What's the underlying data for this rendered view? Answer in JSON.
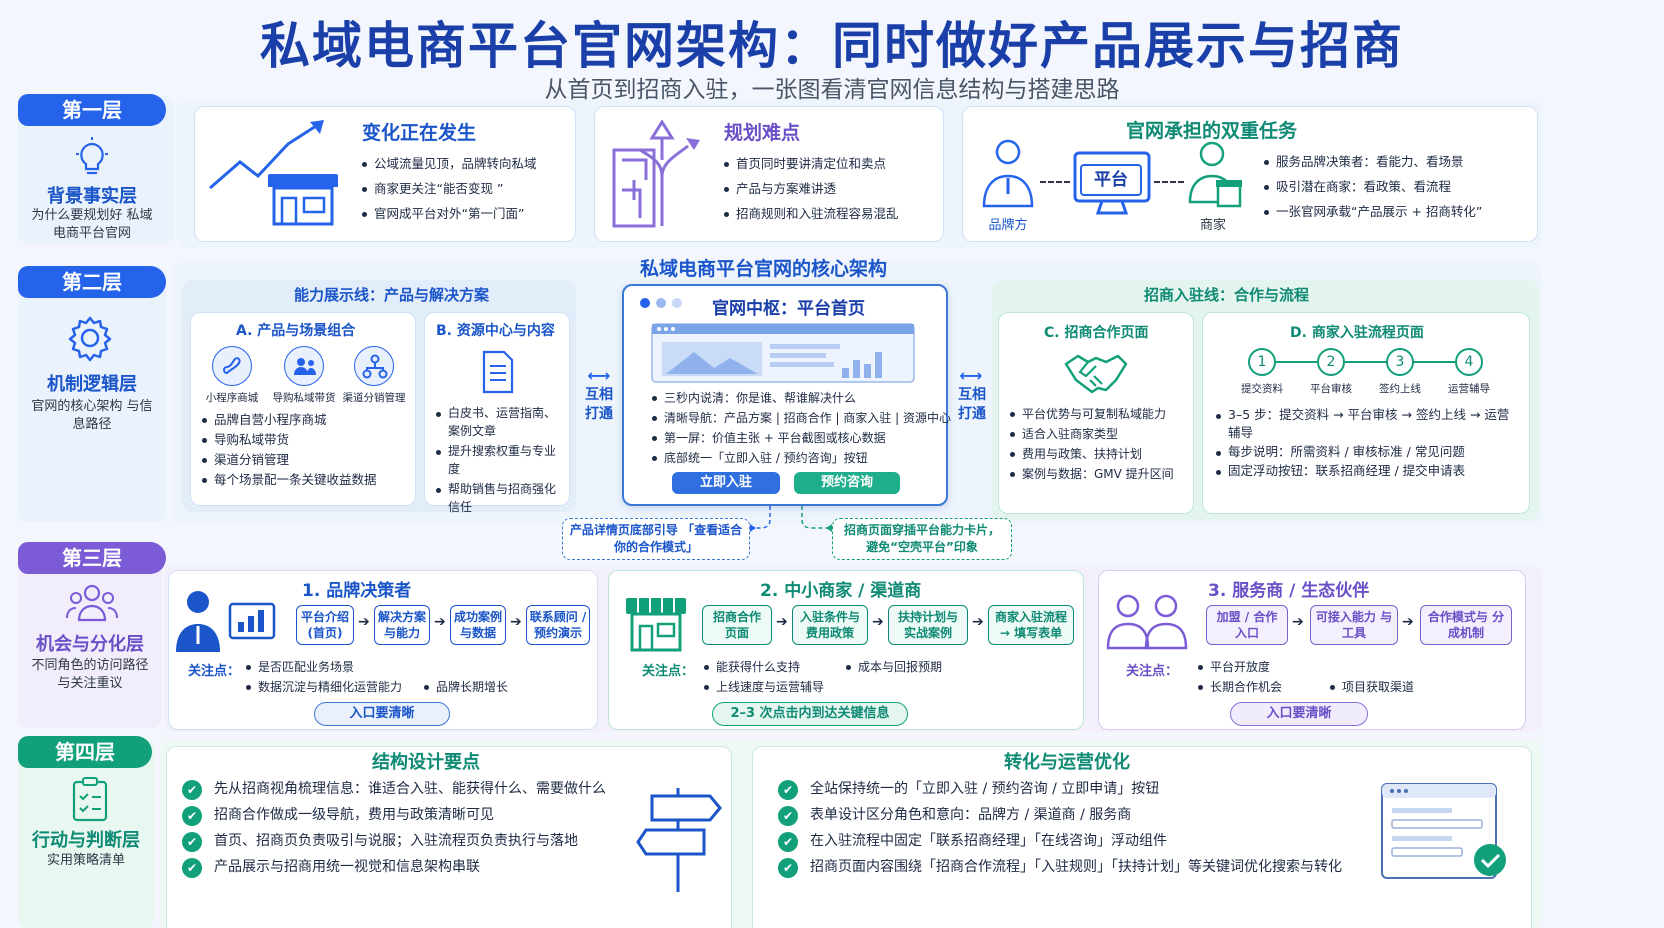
{
  "title": "私域电商平台官网架构：同时做好产品展示与招商",
  "subtitle": "从首页到招商入驻，一张图看清官网信息结构与搭建思路",
  "layers": [
    {
      "tag": "第一层",
      "name": "背景事实层",
      "desc": "为什么要规划好 私域电商平台官网",
      "color": "#2563eb"
    },
    {
      "tag": "第二层",
      "name": "机制逻辑层",
      "desc": "官网的核心架构 与信息路径",
      "color": "#2563eb"
    },
    {
      "tag": "第三层",
      "name": "机会与分化层",
      "desc": "不同角色的访问路径 与关注重议",
      "color": "#7b5cd6"
    },
    {
      "tag": "第四层",
      "name": "行动与判断层",
      "desc": "实用策略清单",
      "color": "#12a07a"
    }
  ],
  "l1": {
    "change": {
      "title": "变化正在发生",
      "items": [
        "公域流量见顶，品牌转向私域",
        "商家更关注“能否变现 ”",
        "官网成平台对外“第一门面”"
      ]
    },
    "difficulty": {
      "title": "规划难点",
      "items": [
        "首页同时要讲清定位和卖点",
        "产品与方案难讲透",
        "招商规则和入驻流程容易混乱"
      ]
    },
    "mission": {
      "title": "官网承担的双重任务",
      "brand": "品牌方",
      "platform": "平台",
      "merchant": "商家",
      "items": [
        "服务品牌决策者：看能力、看场景",
        "吸引潜在商家：看政策、看流程",
        "一张官网承载“产品展示 + 招商转化”"
      ]
    }
  },
  "l2": {
    "core_title": "私域电商平台官网的核心架构",
    "left_line": "能力展示线：产品与解决方案",
    "right_line": "招商入驻线：合作与流程",
    "a": {
      "title": "A. 产品与场景组合",
      "icons": [
        "小程序商城",
        "导购私域带货",
        "渠道分销管理"
      ],
      "items": [
        "品牌自营小程序商城",
        "导购私域带货",
        "渠道分销管理",
        "每个场景配一条关键收益数据"
      ]
    },
    "b": {
      "title": "B. 资源中心与内容",
      "items": [
        "白皮书、运营指南、案例文章",
        "提升搜索权重与专业度",
        "帮助销售与招商强化信任"
      ]
    },
    "link": "互相 打通",
    "hub": {
      "title": "官网中枢：平台首页",
      "items": [
        "三秒内说清：你是谁、帮谁解决什么",
        "清晰导航：产品方案 | 招商合作 | 商家入驻 | 资源中心",
        "第一屏：价值主张 + 平台截图或核心数据",
        "底部统一「立即入驻 / 预约咨询」按钮"
      ],
      "btn1": "立即入驻",
      "btn2": "预约咨询"
    },
    "c": {
      "title": "C. 招商合作页面",
      "items": [
        "平台优势与可复制私域能力",
        "适合入驻商家类型",
        "费用与政策、扶持计划",
        "案例与数据：GMV 提升区间"
      ]
    },
    "d": {
      "title": "D. 商家入驻流程页面",
      "steps": [
        "提交资料",
        "平台审核",
        "签约上线",
        "运营辅导"
      ],
      "nums": [
        "1",
        "2",
        "3",
        "4"
      ],
      "items": [
        "3–5 步：提交资料 → 平台审核 → 签约上线 → 运营辅导",
        "每步说明：所需资料 / 审核标准 / 常见问题",
        "固定浮动按钮：联系招商经理 / 提交申请表"
      ]
    },
    "note1": "产品详情页底部引导 「查看适合你的合作模式」",
    "note2": "招商页面穿插平台能力卡片， 避免“空壳平台”印象"
  },
  "l3": {
    "brand": {
      "title": "1. 品牌决策者",
      "chips": [
        "平台介绍 (首页)",
        "解决方案 与能力",
        "成功案例 与数据",
        "联系顾问 / 预约演示"
      ],
      "focus": "关注点：",
      "items": [
        "是否匹配业务场景",
        "数据沉淀与精细化运营能力",
        "品牌长期增长"
      ],
      "pill": "入口要清晰"
    },
    "smb": {
      "title": "2. 中小商家 / 渠道商",
      "chips": [
        "招商合作 页面",
        "入驻条件与 费用政策",
        "扶持计划与 实战案例",
        "商家入驻流程 → 填写表单"
      ],
      "focus": "关注点：",
      "items": [
        "能获得什么支持",
        "成本与回报预期",
        "上线速度与运营辅导"
      ],
      "pill": "2–3 次点击内到达关键信息"
    },
    "partner": {
      "title": "3. 服务商 / 生态伙伴",
      "chips": [
        "加盟 / 合作 入口",
        "可接入能力 与工具",
        "合作模式与 分成机制"
      ],
      "focus": "关注点：",
      "items": [
        "平台开放度",
        "长期合作机会",
        "项目获取渠道"
      ],
      "pill": "入口要清晰"
    }
  },
  "l4": {
    "design": {
      "title": "结构设计要点",
      "items": [
        "先从招商视角梳理信息：谁适合入驻、能获得什么、需要做什么",
        "招商合作做成一级导航，费用与政策清晰可见",
        "首页、招商页负责吸引与说服；入驻流程页负责执行与落地",
        "产品展示与招商用统一视觉和信息架构串联"
      ]
    },
    "ops": {
      "title": "转化与运营优化",
      "items": [
        "全站保持统一的「立即入驻 / 预约咨询 / 立即申请」按钮",
        "表单设计区分角色和意向：品牌方 / 渠道商 / 服务商",
        "在入驻流程中固定「联系招商经理」「在线咨询」浮动组件",
        "招商页面内容围绕「招商合作流程」「入驻规则」「扶持计划」等关键词优化搜索与转化"
      ]
    }
  }
}
